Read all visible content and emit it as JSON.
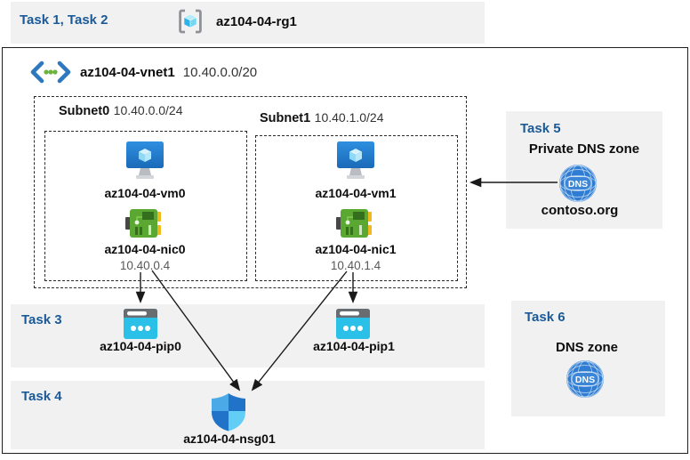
{
  "header": {
    "tasks": "Task 1, Task 2",
    "rg": "az104-04-rg1"
  },
  "vnet": {
    "name": "az104-04-vnet1",
    "cidr": "10.40.0.0/20"
  },
  "subnet0": {
    "name": "Subnet0",
    "cidr": "10.40.0.0/24",
    "vm": "az104-04-vm0",
    "nic": "az104-04-nic0",
    "ip": "10.40.0.4"
  },
  "subnet1": {
    "name": "Subnet1",
    "cidr": "10.40.1.0/24",
    "vm": "az104-04-vm1",
    "nic": "az104-04-nic1",
    "ip": "10.40.1.4"
  },
  "task3": {
    "label": "Task 3",
    "pip0": "az104-04-pip0",
    "pip1": "az104-04-pip1"
  },
  "task4": {
    "label": "Task 4",
    "nsg": "az104-04-nsg01"
  },
  "task5": {
    "label": "Task 5",
    "title": "Private DNS zone",
    "zone": "contoso.org",
    "dns": "DNS"
  },
  "task6": {
    "label": "Task 6",
    "title": "DNS zone",
    "dns": "DNS"
  },
  "colors": {
    "task_blue": "#1b5a96",
    "band_gray": "#f1f1f2",
    "pip_cyan": "#2bc0e8",
    "nic_green": "#5aa832",
    "dns_blue": "#2e7dd3",
    "vm_blue": "#2182d9",
    "shield_light": "#62cdf5",
    "shield_dark": "#2173c9",
    "line_black": "#1a1a1a"
  }
}
